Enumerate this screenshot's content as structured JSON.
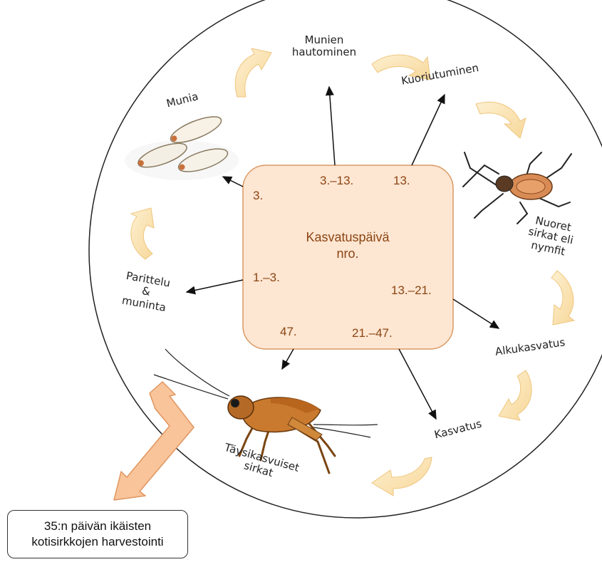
{
  "center": {
    "title_line1": "Kasvatuspäivä",
    "title_line2": "nro.",
    "days": {
      "eggs": "3.",
      "incubation": "3.–13.",
      "hatching": "13.",
      "nymph_growth": "13.–21.",
      "growth": "21.–47.",
      "adults": "47.",
      "mating": "1.–3."
    }
  },
  "stages": {
    "incubation": [
      "Munien",
      "hautominen"
    ],
    "hatching": "Kuoriutuminen",
    "nymphs": [
      "Nuoret",
      "sirkat eli",
      "nymfit"
    ],
    "early_growth": "Alkukasvatus",
    "growth": "Kasvatus",
    "adults": [
      "Täysikasvuiset",
      "sirkat"
    ],
    "mating": [
      "Parittelu",
      "&",
      "muninta"
    ],
    "eggs": "Munia"
  },
  "harvest": {
    "line1": "35:n päivän ikäisten",
    "line2": "kotisirkkojen harvestointi"
  },
  "colors": {
    "cycle_arrow": "#fbe3b0",
    "cycle_arrow_edge": "#f2cf8a",
    "center_box_fill": "#fde6d2",
    "center_box_stroke": "#d99a66",
    "harvest_arrow": "#f9c49a",
    "number_text": "#8b4513"
  }
}
